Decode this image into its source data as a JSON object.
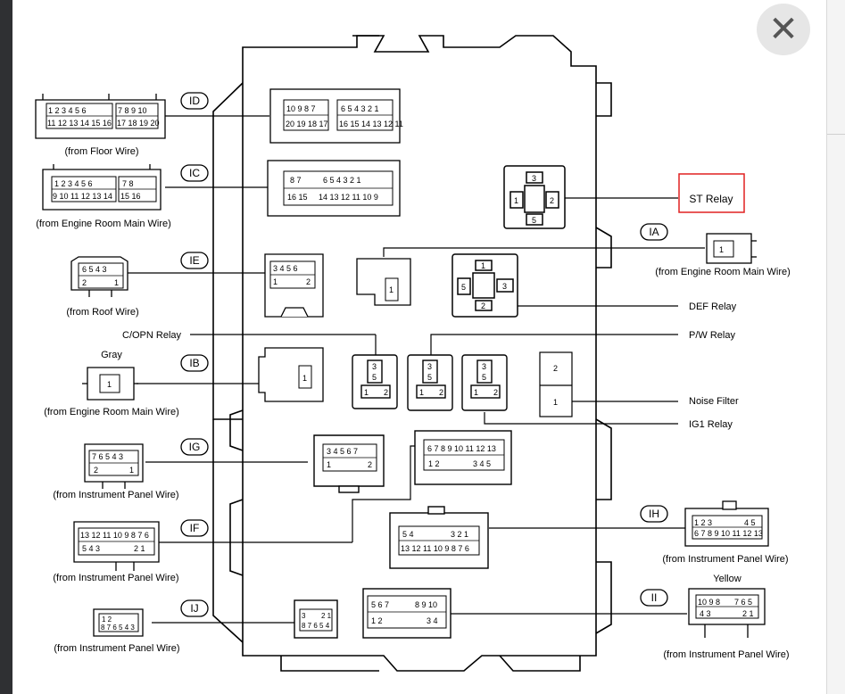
{
  "close_icon_glyph": "✕",
  "connectors": {
    "ID": {
      "tag": "ID",
      "source": "(from Floor Wire)",
      "pins_top": [
        "1",
        "2",
        "3",
        "4",
        "5",
        "6",
        "7",
        "8",
        "9",
        "10"
      ],
      "pins_bottom": [
        "11",
        "12",
        "13",
        "14",
        "15",
        "16",
        "17",
        "18",
        "19",
        "20"
      ],
      "block_top": [
        "10",
        "9",
        "8",
        "7",
        "6",
        "5",
        "4",
        "3",
        "2",
        "1"
      ],
      "block_bottom": [
        "20",
        "19",
        "18",
        "17",
        "16",
        "15",
        "14",
        "13",
        "12",
        "11"
      ]
    },
    "IC": {
      "tag": "IC",
      "source": "(from Engine Room Main Wire)",
      "pins_top": [
        "1",
        "2",
        "3",
        "4",
        "5",
        "6",
        "7",
        "8"
      ],
      "pins_bottom": [
        "9",
        "10",
        "11",
        "12",
        "13",
        "14",
        "15",
        "16"
      ],
      "block_top": [
        "8",
        "7",
        "6",
        "5",
        "4",
        "3",
        "2",
        "1"
      ],
      "block_bottom": [
        "16",
        "15",
        "14",
        "13",
        "12",
        "11",
        "10",
        "9"
      ]
    },
    "IE": {
      "tag": "IE",
      "source": "(from Roof Wire)",
      "pins_top": [
        "6",
        "5",
        "4",
        "3"
      ],
      "pins_bottom": [
        "2",
        "1"
      ],
      "block_top": [
        "3",
        "4",
        "5",
        "6"
      ],
      "block_bottom": [
        "1",
        "2"
      ]
    },
    "IB": {
      "tag": "IB",
      "color": "Gray",
      "source": "(from Engine  Room Main Wire)",
      "pin": "1"
    },
    "IG": {
      "tag": "IG",
      "source": "(from Instrument Panel Wire)",
      "pins_top": [
        "7",
        "6",
        "5",
        "4",
        "3"
      ],
      "pins_bottom": [
        "2",
        "1"
      ],
      "block_top": [
        "3",
        "4",
        "5",
        "6",
        "7"
      ],
      "block_bottom": [
        "1",
        "2"
      ]
    },
    "IF": {
      "tag": "IF",
      "source": "(from Instrument Panel Wire)",
      "pins_top": [
        "13",
        "12",
        "11",
        "10",
        "9",
        "8",
        "7",
        "6"
      ],
      "pins_bottom": [
        "5",
        "4",
        "3",
        "2",
        "1"
      ],
      "block_top": [
        "6",
        "7",
        "8",
        "9",
        "10",
        "11",
        "12",
        "13"
      ],
      "block_bottom": [
        "1",
        "2",
        "3",
        "4",
        "5"
      ]
    },
    "IJ": {
      "tag": "IJ",
      "source": "(from Instrument Panel Wire)",
      "pins_top": [
        "1",
        "2"
      ],
      "pins_bottom": [
        "8",
        "7",
        "6",
        "5",
        "4",
        "3"
      ]
    },
    "IA": {
      "tag": "IA",
      "source": "(from Engine Room Main Wire)",
      "pin": "1"
    },
    "IH": {
      "tag": "IH",
      "source": "(from Instrument Panel Wire)",
      "pins_top": [
        "1",
        "2",
        "3",
        "4",
        "5"
      ],
      "pins_bottom": [
        "6",
        "7",
        "8",
        "9",
        "10",
        "11",
        "12",
        "13"
      ],
      "block_top": [
        "5",
        "4",
        "3",
        "2",
        "1"
      ],
      "block_bottom": [
        "13",
        "12",
        "11",
        "10",
        "9",
        "8",
        "7",
        "6"
      ]
    },
    "II": {
      "tag": "II",
      "color": "Yellow",
      "source": "(from Instrument Panel Wire)",
      "pins_top": [
        "10",
        "9",
        "8",
        "7",
        "6",
        "5"
      ],
      "pins_bottom": [
        "4",
        "3",
        "2",
        "1"
      ],
      "block_top": [
        "5",
        "6",
        "7",
        "8",
        "9",
        "10"
      ],
      "block_bottom": [
        "1",
        "2",
        "3",
        "4"
      ]
    }
  },
  "relays": {
    "st": {
      "label": "ST Relay",
      "pins": [
        "3",
        "1",
        "2",
        "5"
      ]
    },
    "def": {
      "label": "DEF Relay",
      "pins": [
        "1",
        "5",
        "3",
        "2"
      ]
    },
    "copn": {
      "label": "C/OPN Relay",
      "pins": [
        "3",
        "5",
        "1",
        "2"
      ]
    },
    "pw": {
      "label": "P/W Relay",
      "pins": [
        "3",
        "5",
        "1",
        "2"
      ]
    },
    "ig1": {
      "label": "IG1 Relay",
      "pins": [
        "3",
        "5",
        "1",
        "2"
      ]
    },
    "noise": {
      "label": "Noise Filter",
      "pins": [
        "2",
        "1"
      ]
    },
    "mini": {
      "pin": "1"
    }
  },
  "colors": {
    "highlight": "#e02020",
    "line": "#000000"
  }
}
